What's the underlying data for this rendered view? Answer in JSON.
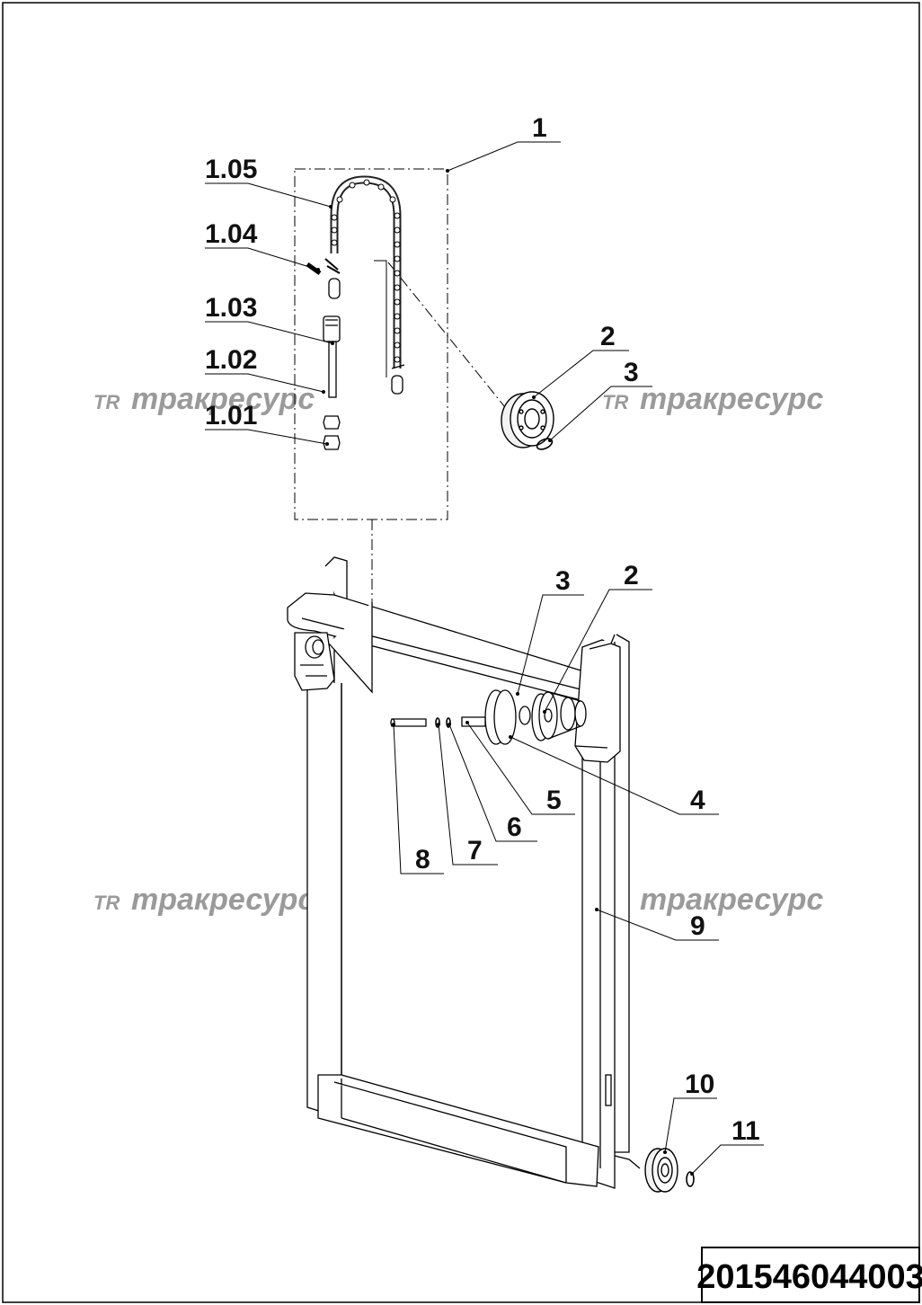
{
  "drawing": {
    "document_number": "201546044003",
    "watermark": {
      "logo": "TR",
      "text": "тракресурс"
    },
    "callouts": [
      {
        "id": "1"
      },
      {
        "id": "1.05"
      },
      {
        "id": "1.04"
      },
      {
        "id": "1.03"
      },
      {
        "id": "1.02"
      },
      {
        "id": "1.01"
      },
      {
        "id": "2"
      },
      {
        "id": "3"
      },
      {
        "id": "3"
      },
      {
        "id": "2"
      },
      {
        "id": "5"
      },
      {
        "id": "4"
      },
      {
        "id": "6"
      },
      {
        "id": "7"
      },
      {
        "id": "8"
      },
      {
        "id": "9"
      },
      {
        "id": "10"
      },
      {
        "id": "11"
      }
    ]
  }
}
